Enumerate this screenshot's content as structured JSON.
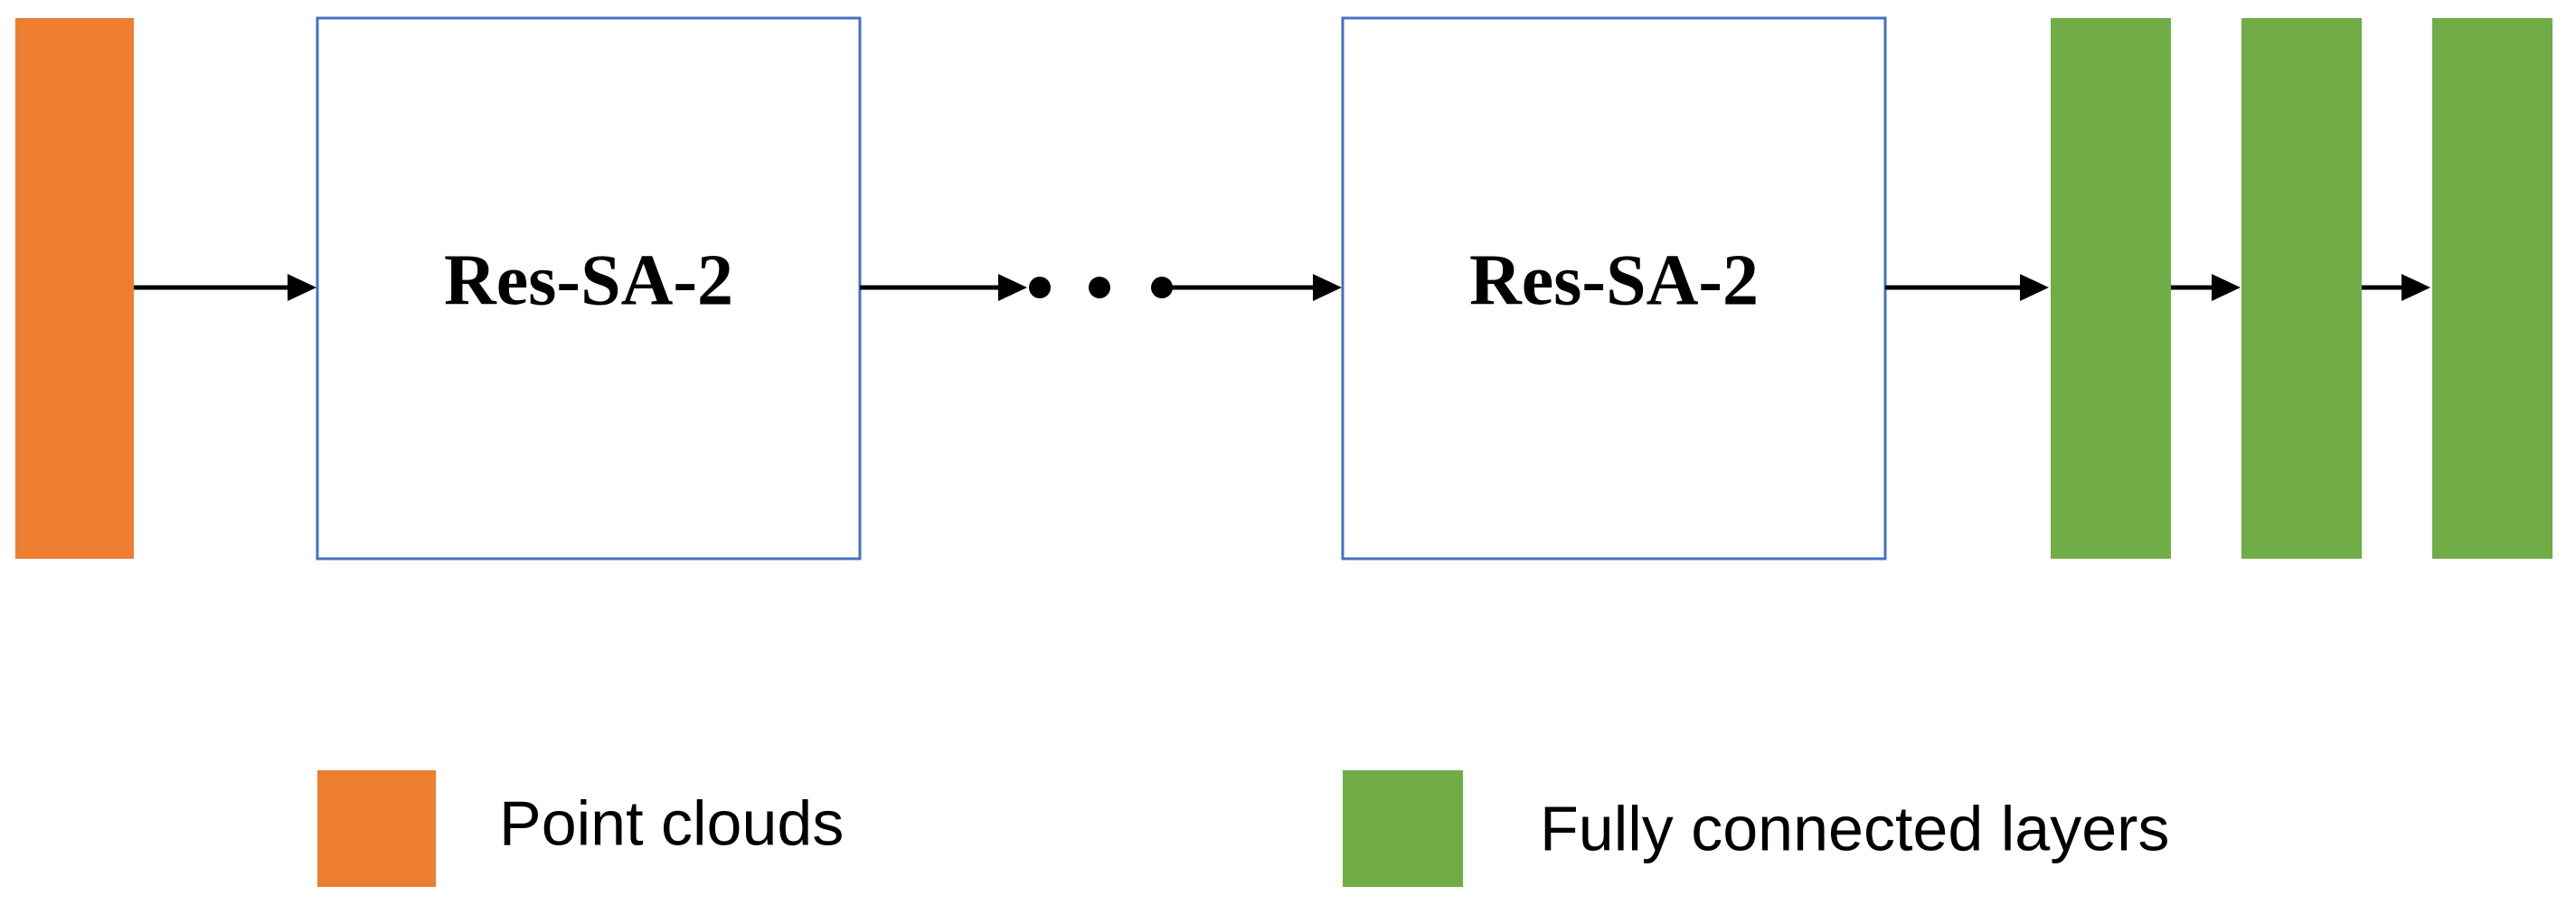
{
  "colors": {
    "point_cloud": "#ED7D31",
    "fc_layer": "#70AD47",
    "block_border": "#4472C4",
    "arrow": "#000000"
  },
  "blocks": [
    {
      "label": "Res-SA-2"
    },
    {
      "label": "Res-SA-2"
    }
  ],
  "legend": {
    "point_clouds": "Point clouds",
    "fc_layers": "Fully connected layers"
  }
}
